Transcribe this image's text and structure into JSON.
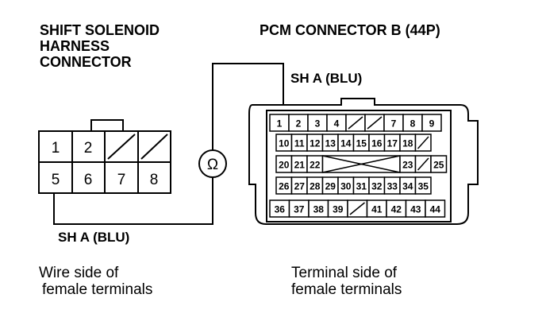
{
  "titles": {
    "left_line1": "SHIFT SOLENOID",
    "left_line2": "HARNESS",
    "left_line3": "CONNECTOR",
    "right": "PCM CONNECTOR B (44P)"
  },
  "wire_labels": {
    "top": "SH A (BLU)",
    "bottom": "SH A (BLU)"
  },
  "meter_symbol": "Ω",
  "captions": {
    "left_line1": "Wire side of",
    "left_line2": "female terminals",
    "right_line1": "Terminal side of",
    "right_line2": "female terminals"
  },
  "harness_pins": {
    "p1": "1",
    "p2": "2",
    "p5": "5",
    "p6": "6",
    "p7": "7",
    "p8": "8"
  },
  "pcm_pins": [
    "1",
    "2",
    "3",
    "4",
    "7",
    "8",
    "9",
    "10",
    "11",
    "12",
    "13",
    "14",
    "15",
    "16",
    "17",
    "18",
    "20",
    "21",
    "22",
    "23",
    "25",
    "26",
    "27",
    "28",
    "29",
    "30",
    "31",
    "32",
    "33",
    "34",
    "35",
    "36",
    "37",
    "38",
    "39",
    "41",
    "42",
    "43",
    "44"
  ]
}
